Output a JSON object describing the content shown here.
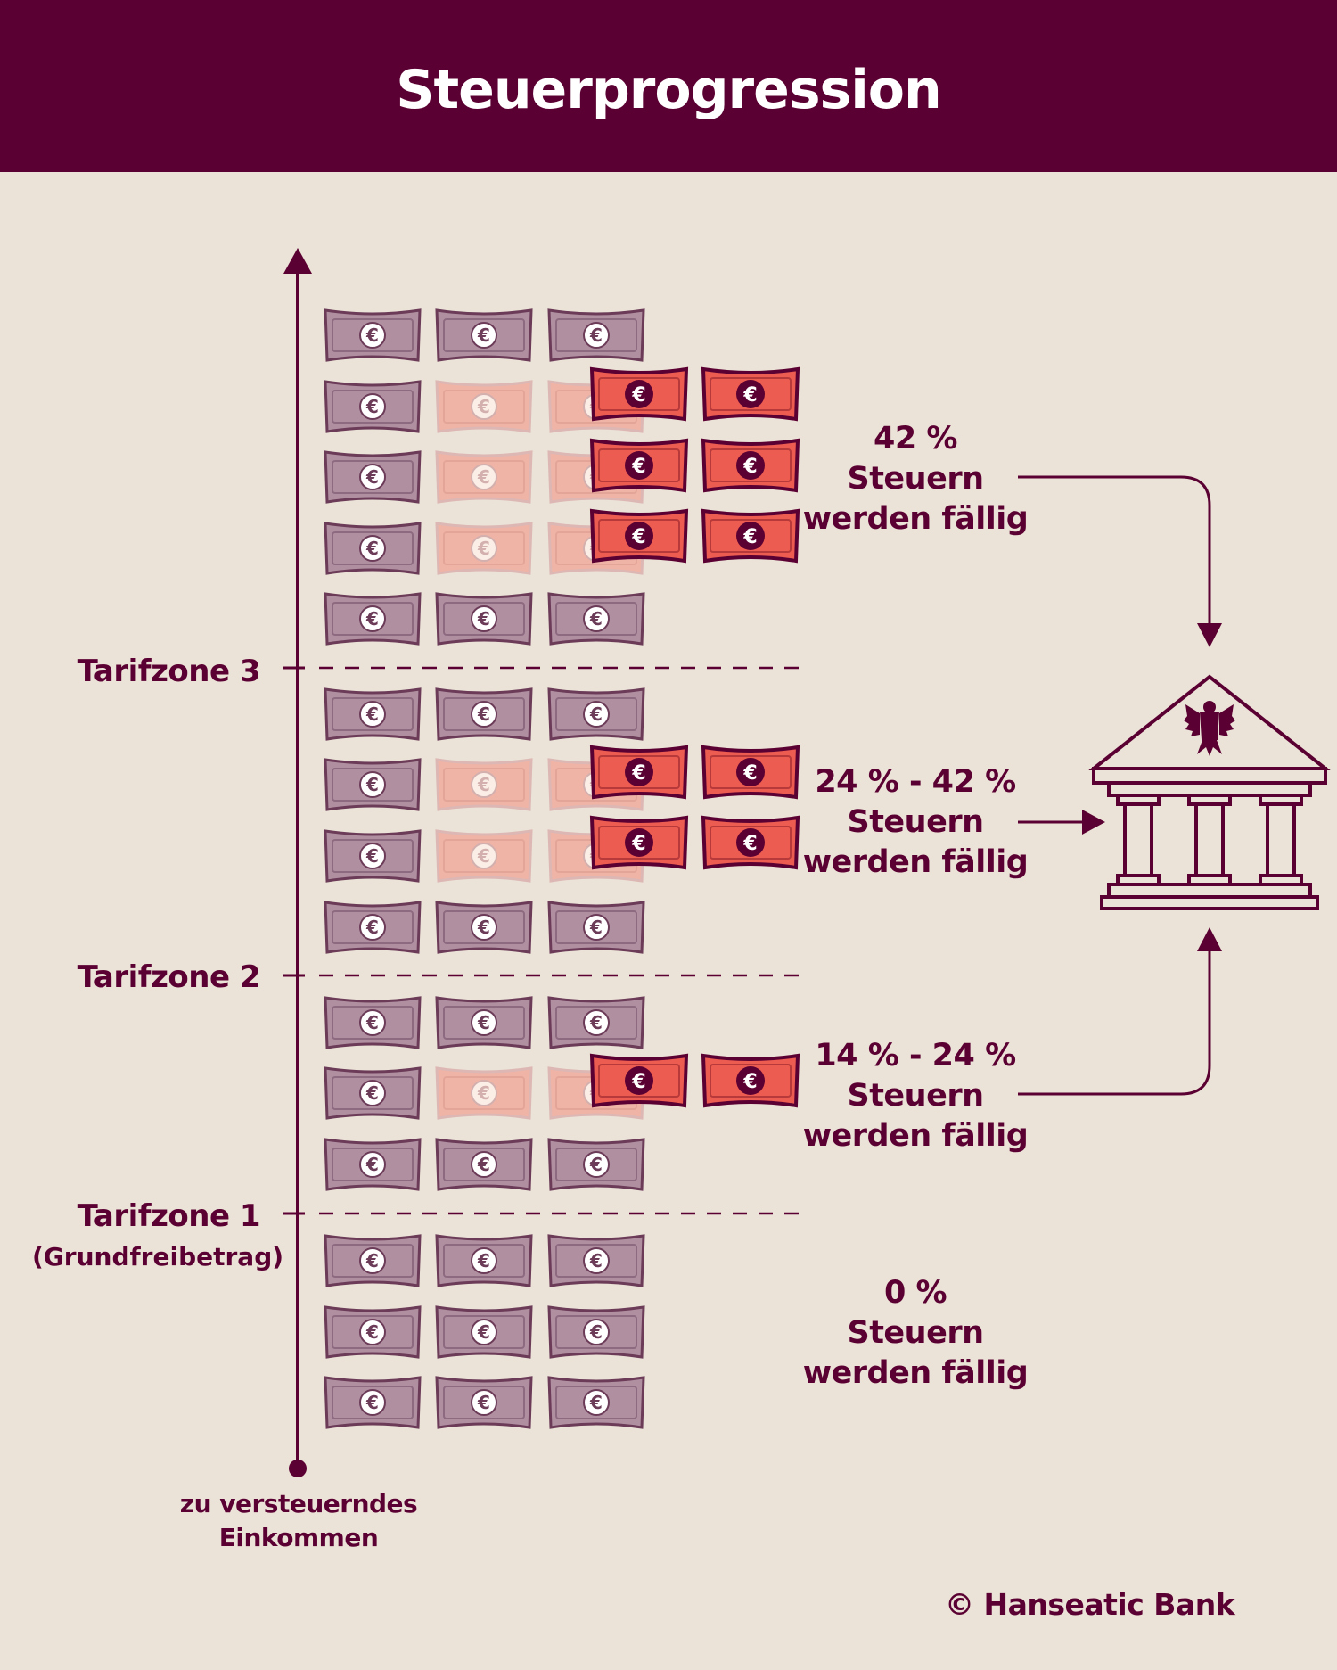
{
  "header": {
    "title": "Steuerprogression"
  },
  "axis": {
    "caption_line1": "zu versteuerndes",
    "caption_line2": "Einkommen"
  },
  "zones": [
    {
      "label": "Tarifzone 3"
    },
    {
      "label": "Tarifzone 2"
    },
    {
      "label": "Tarifzone 1",
      "sub": "(Grundfreibetrag)"
    }
  ],
  "tax_blocks": [
    {
      "rate": "42 %",
      "line2": "Steuern",
      "line3": "werden fällig"
    },
    {
      "rate": "24 % - 42 %",
      "line2": "Steuern",
      "line3": "werden fällig"
    },
    {
      "rate": "14 % - 24 %",
      "line2": "Steuern",
      "line3": "werden fällig"
    },
    {
      "rate": "0 %",
      "line2": "Steuern",
      "line3": "werden fällig"
    }
  ],
  "currency_symbol": "€",
  "footer": {
    "copyright": "© Hanseatic Bank"
  },
  "colors": {
    "header": "#5b0032",
    "background": "#ebe3d7",
    "note_gray": "#b08fa0",
    "note_faded": "#f0b4a6",
    "note_red": "#ec5c50",
    "text": "#5b0032"
  }
}
